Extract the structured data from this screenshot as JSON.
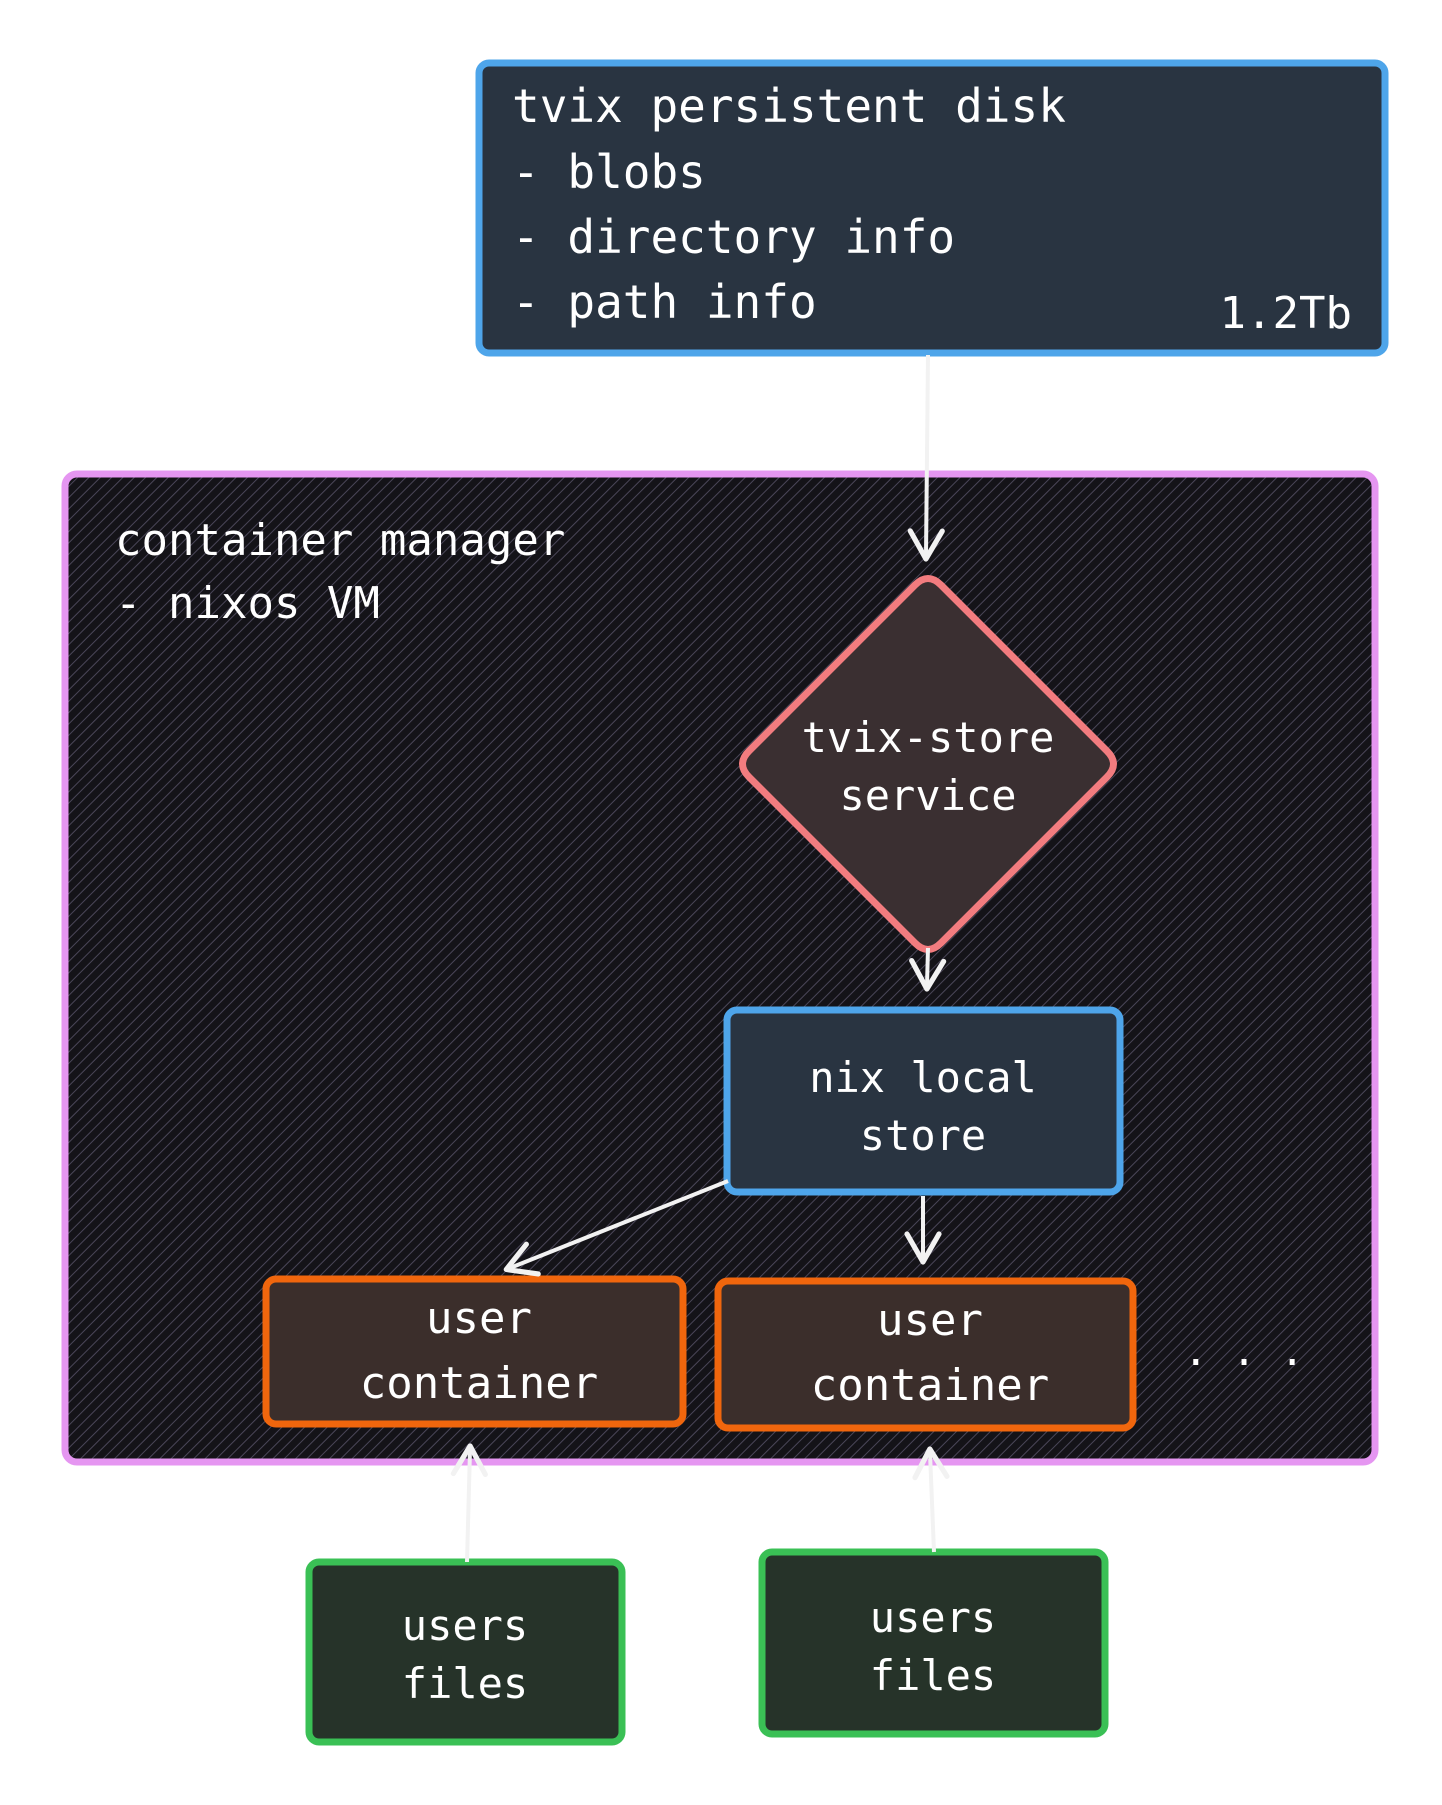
{
  "colors": {
    "background": "#ffffff",
    "blue_outline": "#4ea5ea",
    "blue_fill": "#293441",
    "purple_outline": "#e596f1",
    "vm_fill": "#111111",
    "red_outline": "#f27c7f",
    "diamond_fill": "#3a2f31",
    "orange_outline": "#f0660d",
    "container_fill": "#3b2e2b",
    "green_outline": "#3ac055",
    "files_fill": "#263329",
    "arrow": "#f2f2f2",
    "text": "#ffffff"
  },
  "disk": {
    "lines": [
      "tvix persistent disk",
      "- blobs",
      "- directory info",
      "- path info"
    ],
    "size": "1.2Tb"
  },
  "vm": {
    "lines": [
      "container manager",
      "- nixos VM"
    ]
  },
  "store_service": {
    "lines": [
      "tvix-store",
      "service"
    ]
  },
  "local_store": {
    "lines": [
      "nix local",
      "store"
    ]
  },
  "containers": [
    {
      "lines": [
        "user",
        "container"
      ]
    },
    {
      "lines": [
        "user",
        "container"
      ]
    }
  ],
  "ellipsis": ". . .",
  "files": [
    {
      "lines": [
        "users",
        "files"
      ]
    },
    {
      "lines": [
        "users",
        "files"
      ]
    }
  ]
}
